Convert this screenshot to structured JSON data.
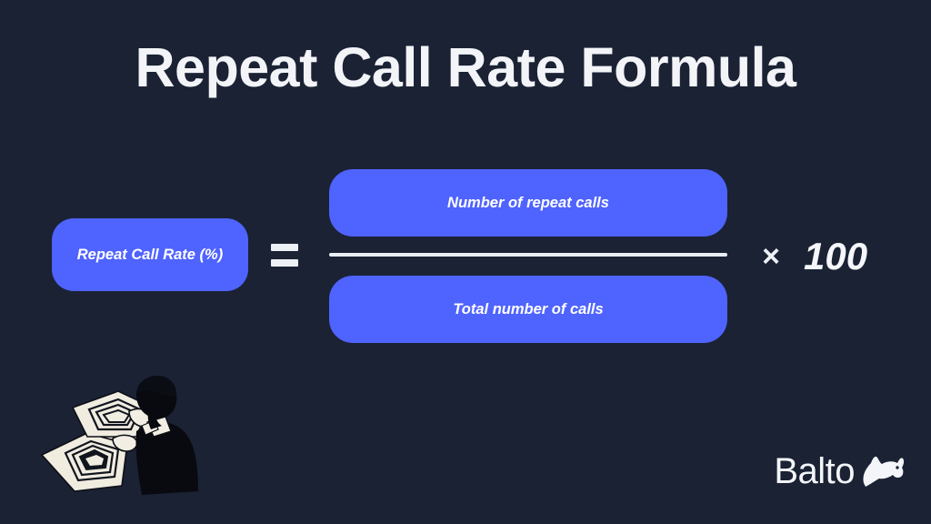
{
  "background_color": "#1a2234",
  "accent_color": "#4f63fe",
  "text_color": "#f2f4f7",
  "title": "Repeat Call Rate Formula",
  "formula": {
    "result_label": "Repeat Call Rate (%)",
    "equals_symbol": "=",
    "numerator": "Number of repeat calls",
    "denominator": "Total number of calls",
    "multiply_symbol": "×",
    "multiplier": "100"
  },
  "illustration": {
    "name": "person-reading-newspapers",
    "paper_color": "#f0ece0",
    "figure_color": "#080a10"
  },
  "brand": {
    "wordmark": "Balto",
    "mark_name": "wolf-head-logo"
  }
}
